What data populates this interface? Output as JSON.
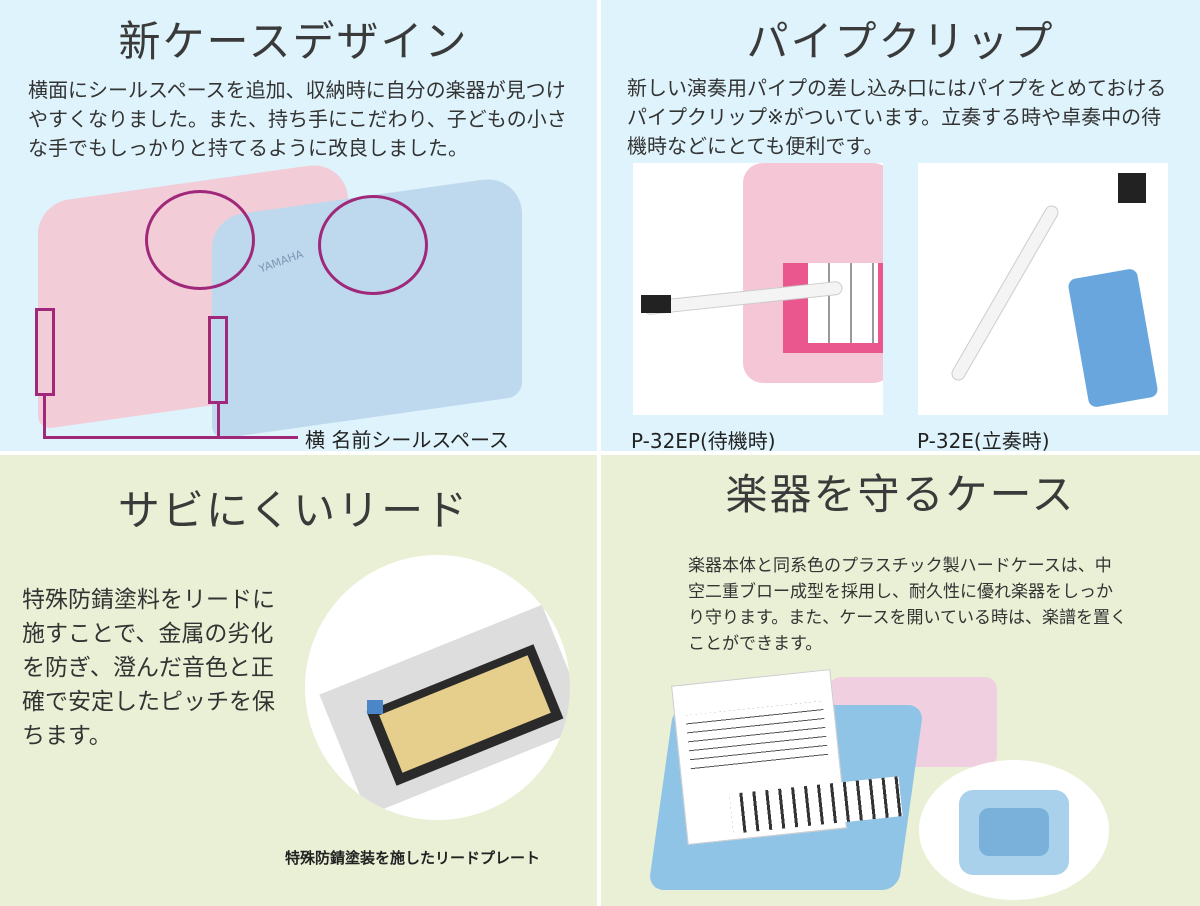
{
  "panels": [
    {
      "title": "新ケースデザイン",
      "body": "横面にシールスペースを追加、収納時に自分の楽器が見つけやすくなりました。また、持ち手にこだわり、子どもの小さな手でもしっかりと持てるように改良しました。",
      "callout": "横 名前シールスペース",
      "logo": "YAMAHA"
    },
    {
      "title": "パイプクリップ",
      "body": "新しい演奏用パイプの差し込み口にはパイプをとめておけるパイプクリップ※がついています。立奏する時や卓奏中の待機時などにとても便利です。",
      "captions": [
        "P-32EP(待機時)",
        "P-32E(立奏時)"
      ]
    },
    {
      "title": "サビにくいリード",
      "body": "特殊防錆塗料をリードに施すことで、金属の劣化を防ぎ、澄んだ音色と正確で安定したピッチを保ちます。",
      "caption": "特殊防錆塗装を施したリードプレート"
    },
    {
      "title": "楽器を守るケース",
      "body": "楽器本体と同系色のプラスチック製ハードケースは、中空二重ブロー成型を採用し、耐久性に優れ楽器をしっかり守ります。また、ケースを開いている時は、楽譜を置くことができます。"
    }
  ],
  "colors": {
    "blue_bg": "#def3fb",
    "green_bg": "#e9f0d5",
    "accent": "#a0287a",
    "pink_case": "#f3c9d6",
    "blue_case": "#bcd7ef"
  }
}
